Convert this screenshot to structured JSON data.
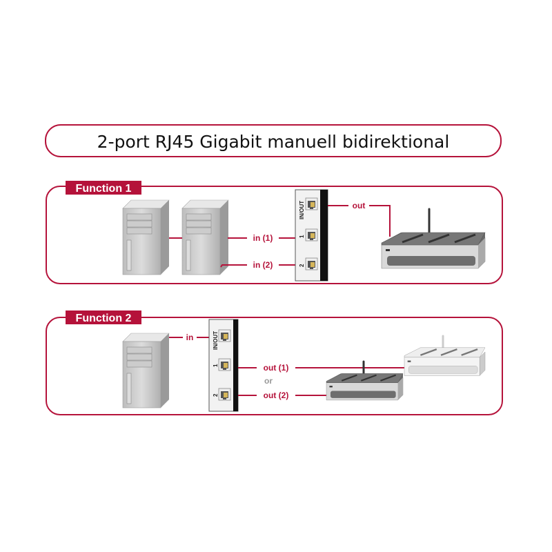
{
  "title": "2-port RJ45 Gigabit manuell bidirektional",
  "colors": {
    "accent": "#b5123a",
    "tower": "#c9c9c9",
    "router_dark": "#555555",
    "router_light": "#e6e6e6"
  },
  "function1": {
    "label": "Function 1",
    "port_labels": [
      "IN/OUT",
      "1",
      "2"
    ],
    "connections": {
      "out": "out",
      "in1": "in (1)",
      "in2": "in (2)"
    }
  },
  "function2": {
    "label": "Function 2",
    "port_labels": [
      "IN/OUT",
      "1",
      "2"
    ],
    "connections": {
      "in": "in",
      "out1": "out (1)",
      "or": "or",
      "out2": "out (2)"
    }
  }
}
